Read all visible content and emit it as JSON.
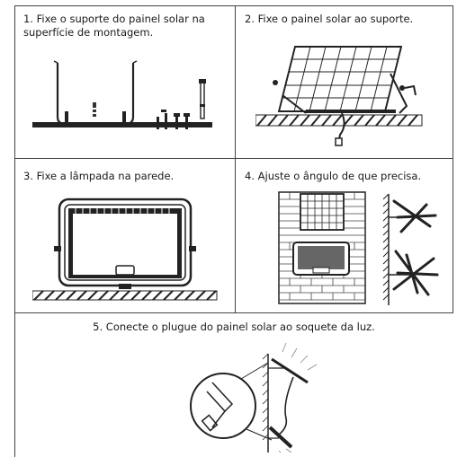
{
  "steps": [
    {
      "number": "1",
      "text": "1. Fixe o suporte do painel solar na superfície de montagem."
    },
    {
      "number": "2",
      "text": "2. Fixe o painel solar ao suporte."
    },
    {
      "number": "3",
      "text": "3. Fixe a lâmpada na parede."
    },
    {
      "number": "4",
      "text": "4. Ajuste o ângulo de que precisa."
    },
    {
      "number": "5",
      "text": "5. Conecte o plugue do painel solar ao soquete da luz."
    }
  ]
}
